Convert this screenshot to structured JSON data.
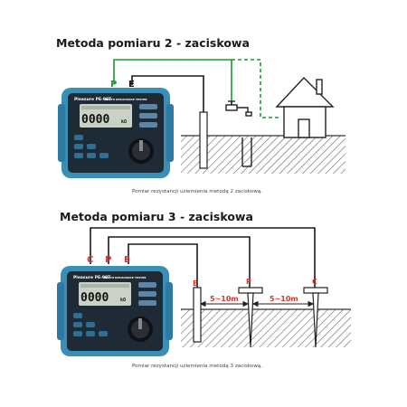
{
  "top": {
    "title": "Metoda pomiaru 2 - zaciskowa",
    "terminal_p": "P",
    "terminal_e": "E",
    "caption": "Pomiar rezystancji uziemienia metodą 2 zaciskową."
  },
  "bottom": {
    "title": "Metoda pomiaru 3 - zaciskowa",
    "terminal_c": "C",
    "terminal_p": "P",
    "terminal_e": "E",
    "probe_e": "E",
    "probe_p": "P",
    "probe_c": "C",
    "distance_1": "5~10m",
    "distance_2": "5~10m",
    "caption": "Pomiar rezystancji uziemienia metodą 3 zaciskową."
  },
  "meter": {
    "brand": "Pleasure PE-98T",
    "model_label": "EARTH RESISTANCE TESTER",
    "display_value": "0000",
    "display_unit": "kΩ"
  },
  "colors": {
    "meter_body": "#3a8fb7",
    "meter_face": "#1e2a36",
    "lcd_bg": "#c9d2c4",
    "ground_hatch": "#555555",
    "wire": "#1a1a1a",
    "wire_dashed": "#1a9a2e",
    "label_red": "#e0312a",
    "label_green": "#1a9a2e"
  }
}
